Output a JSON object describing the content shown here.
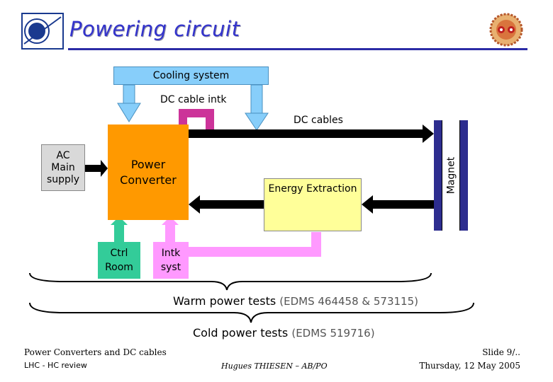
{
  "title": "Powering circuit",
  "cooling_system": "Cooling system",
  "dc_cable_intk": "DC cable intk",
  "dc_cables": "DC cables",
  "ac_main_supply": "AC Main supply",
  "power_converter": "Power Converter",
  "energy_extraction": "Energy Extraction",
  "magnet": "Magnet",
  "ctrl_room": "Ctrl Room",
  "intk_syst": "Intk syst",
  "warm_tests": {
    "label": "Warm power tests",
    "ref": "(EDMS 464458 & 573115)"
  },
  "cold_tests": {
    "label": "Cold power tests",
    "ref": "(EDMS 519716)"
  },
  "footer": {
    "line1": "Power Converters and DC cables",
    "line2": "LHC - HC review",
    "author": "Hugues THIESEN – AB/PO",
    "slide": "Slide 9/..",
    "date": "Thursday, 12 May 2005"
  },
  "colors": {
    "title": "#3333cc",
    "cooling": "#87cefa",
    "converter": "#ff9900",
    "magnet": "#2d2d8f",
    "extraction": "#ffff99",
    "intk": "#cc3399",
    "intk_syst": "#ff99ff",
    "ctrl": "#33cc99",
    "ac": "#d9d9d9"
  }
}
